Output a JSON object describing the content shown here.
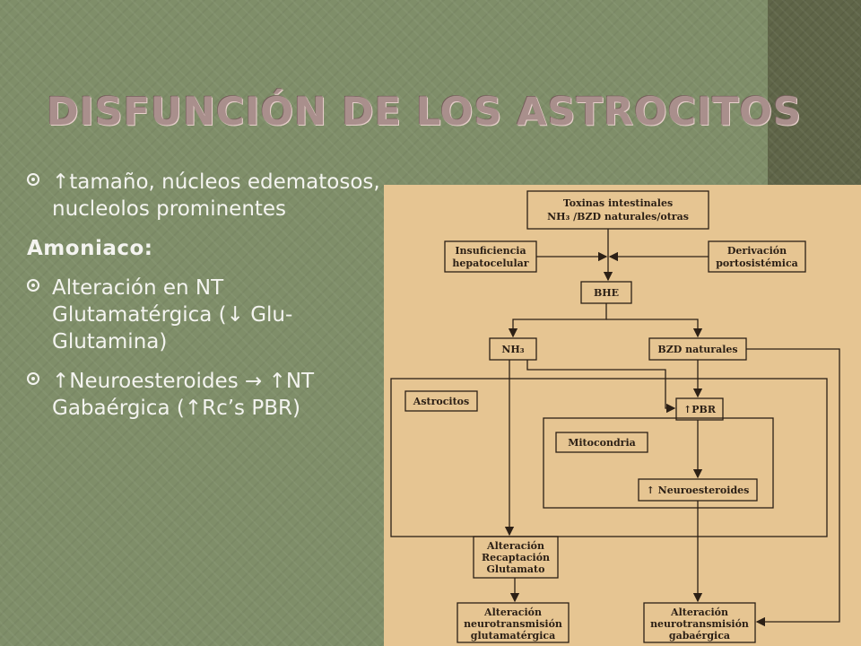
{
  "slide": {
    "title": "Disfunción de los astrocitos",
    "bullets": [
      {
        "type": "bullet",
        "text": "↑tamaño, núcleos edematosos, nucleolos prominentes"
      },
      {
        "type": "label",
        "text": "Amoniaco:"
      },
      {
        "type": "bullet",
        "text": "Alteración en NT Glutamatérgica (↓ Glu-Glutamina)"
      },
      {
        "type": "bullet",
        "text": "↑Neuroesteroides → ↑NT Gabaérgica (↑Rc’s PBR)"
      }
    ]
  },
  "diagram": {
    "nodes": {
      "toxinas_l1": "Toxinas intestinales",
      "toxinas_l2": "NH₃ /BZD naturales/otras",
      "insuf_l1": "Insuficiencia",
      "insuf_l2": "hepatocelular",
      "deriv_l1": "Derivación",
      "deriv_l2": "portosistémica",
      "bhe": "BHE",
      "nh3": "NH₃",
      "bzd": "BZD naturales",
      "astrocitos": "Astrocitos",
      "pbr": "↑PBR",
      "mitocondria": "Mitocondria",
      "neuro": "↑ Neuroesteroides",
      "recap_l1": "Alteración",
      "recap_l2": "Recaptación",
      "recap_l3": "Glutamato",
      "glut_l1": "Alteración",
      "glut_l2": "neurotransmisión",
      "glut_l3": "glutamatérgica",
      "gaba_l1": "Alteración",
      "gaba_l2": "neurotransmisión",
      "gaba_l3": "gabaérgica"
    }
  },
  "colors": {
    "background": "#7f8e69",
    "side_strip": "#5f6548",
    "title": "#a98f8c",
    "bullet_text": "#f4f4f0",
    "diagram_bg": "#e6c592",
    "diagram_ink": "#2c2016"
  }
}
